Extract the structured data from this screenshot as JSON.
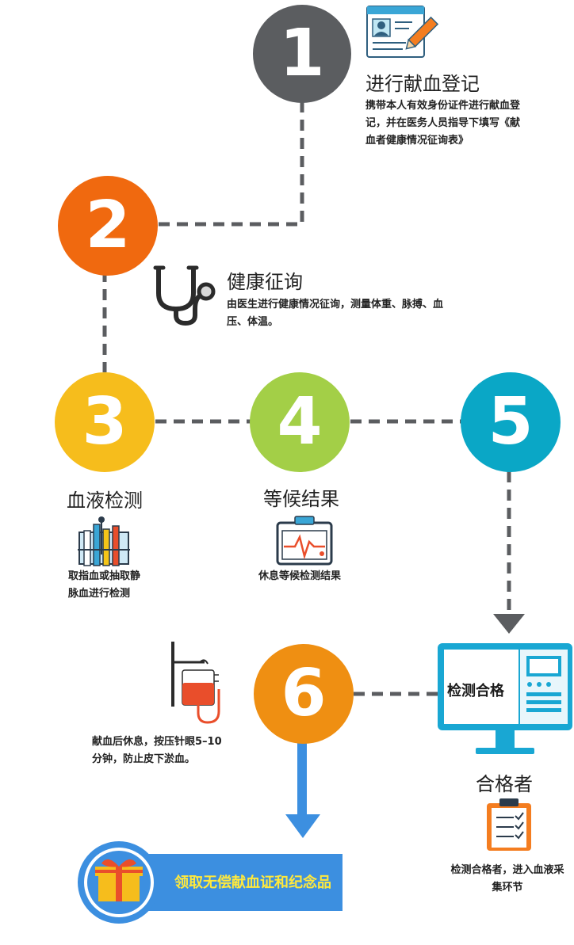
{
  "steps": [
    {
      "number": "1",
      "color": "#5b5d60",
      "title": "进行献血登记",
      "desc": [
        "携带本人有效身份证件进行献血登",
        "记，并在医务人员指导下填写《献",
        "血者健康情况征询表》"
      ]
    },
    {
      "number": "2",
      "color": "#f0690f",
      "title": "健康征询",
      "desc": [
        "由医生进行健康情况征询，测量体重、脉搏、血",
        "压、体温。"
      ]
    },
    {
      "number": "3",
      "color": "#f6bd1c",
      "title": "血液检测",
      "desc": [
        "取指血或抽取静",
        "脉血进行检测"
      ]
    },
    {
      "number": "4",
      "color": "#a3cf47",
      "title": "等候结果",
      "desc": [
        "休息等候检测结果"
      ]
    },
    {
      "number": "5",
      "color": "#0aa7c6",
      "title": "",
      "desc": []
    },
    {
      "number": "6",
      "color": "#ef8f12",
      "title": "",
      "desc": [
        "献血后休息，按压针眼5–10",
        "分钟，防止皮下淤血。"
      ]
    }
  ],
  "qualified": {
    "screen_label": "检测合格",
    "title": "合格者",
    "desc": [
      "检测合格者，进入血液采",
      "集环节"
    ]
  },
  "final": {
    "label": "领取无偿献血证和纪念品"
  },
  "colors": {
    "connector": "#5b5d60",
    "arrow_blue": "#3c8fe0",
    "monitor": "#19a7d3"
  }
}
